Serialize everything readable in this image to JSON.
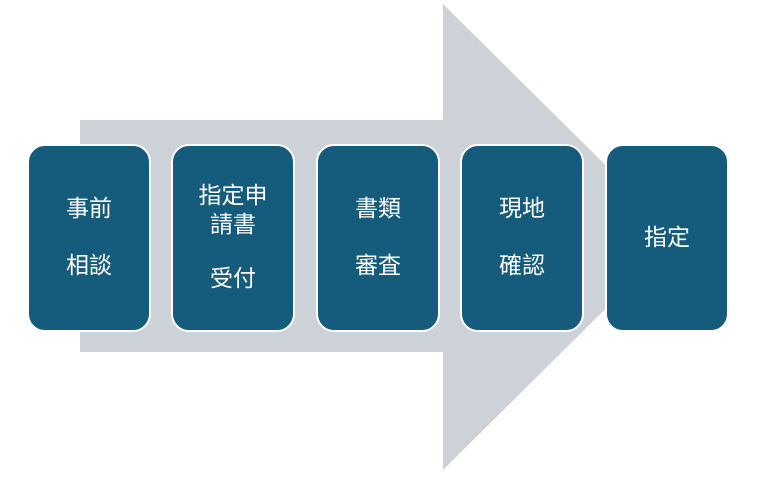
{
  "steps": [
    {
      "lines": [
        "事前",
        "相談"
      ]
    },
    {
      "lines": [
        "指定申",
        "請書",
        "受付"
      ]
    },
    {
      "lines": [
        "書類",
        "審査"
      ]
    },
    {
      "lines": [
        "現地",
        "確認"
      ]
    },
    {
      "lines": [
        "指定"
      ]
    }
  ],
  "colors": {
    "arrow": "#cdd2d9",
    "box": "#155b7c",
    "box_border": "#ffffff",
    "text": "#ffffff"
  }
}
